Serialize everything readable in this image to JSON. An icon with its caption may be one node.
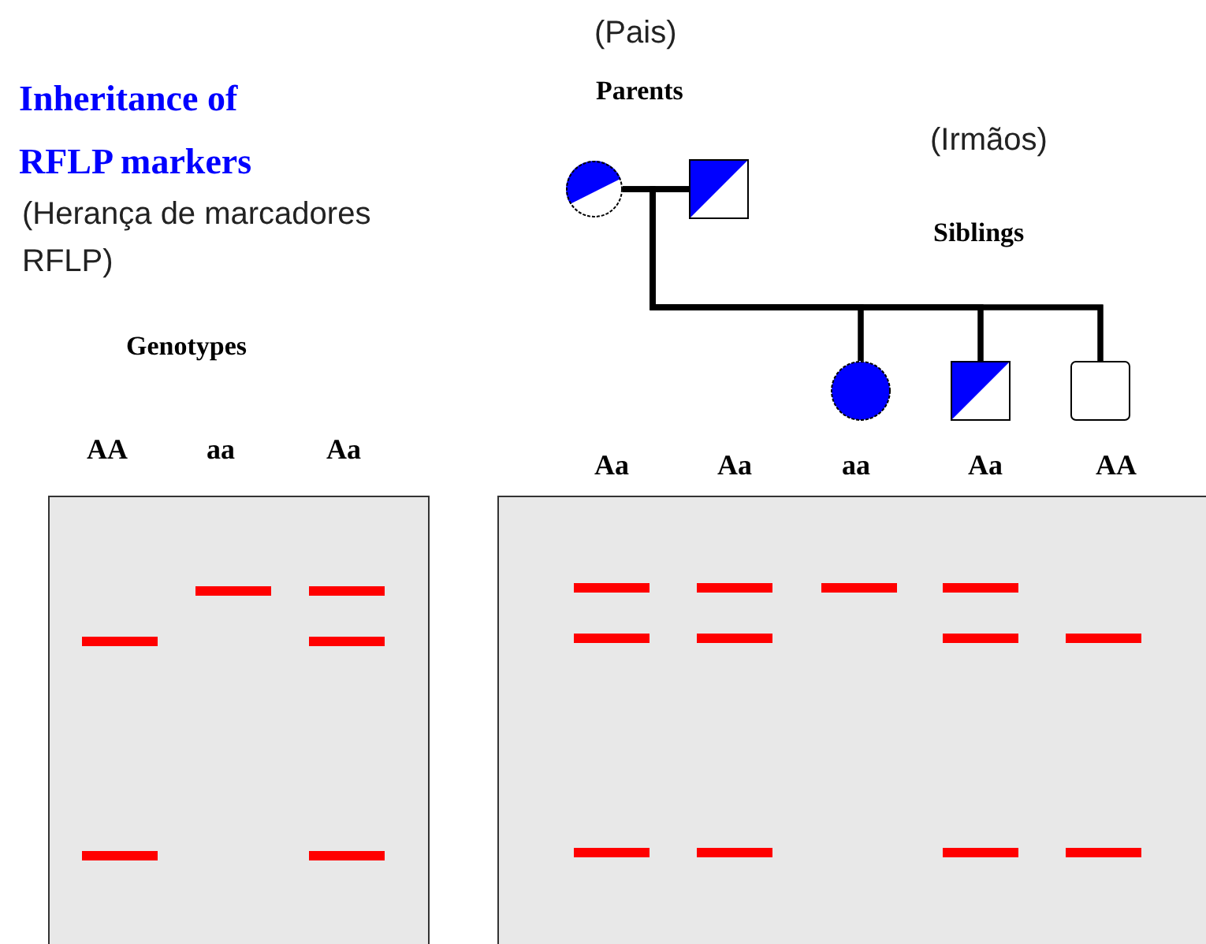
{
  "diagram": {
    "title": "Inheritance of RFLP markers",
    "nodes": [
      {
        "text": [],
        "shape": "circle"
      },
      {
        "text": [],
        "shape": "box"
      },
      {
        "text": [],
        "shape": "circle"
      },
      {
        "text": [],
        "shape": "box"
      },
      {
        "text": [],
        "shape": "box"
      }
    ],
    "edges": [
      {
        "from": 0,
        "to": 1,
        "arrow": "none"
      },
      {
        "from": 0,
        "to": 2,
        "arrow": "none"
      },
      {
        "from": 0,
        "to": 3,
        "arrow": "none"
      },
      {
        "from": 0,
        "to": 4,
        "arrow": "none"
      },
      {
        "from": 1,
        "to": 2,
        "arrow": "none"
      },
      {
        "from": 1,
        "to": 3,
        "arrow": "none"
      },
      {
        "from": 1,
        "to": 4,
        "arrow": "none"
      }
    ],
    "labels": [
      "(Pais)",
      "Parents",
      "(Irmãos)",
      "(Herança de marcadores RFLP)",
      "Siblings",
      "Genotypes",
      "AA",
      "aa",
      "Aa",
      "Aa",
      "Aa",
      "aa",
      "Aa",
      "AA"
    ]
  }
}
